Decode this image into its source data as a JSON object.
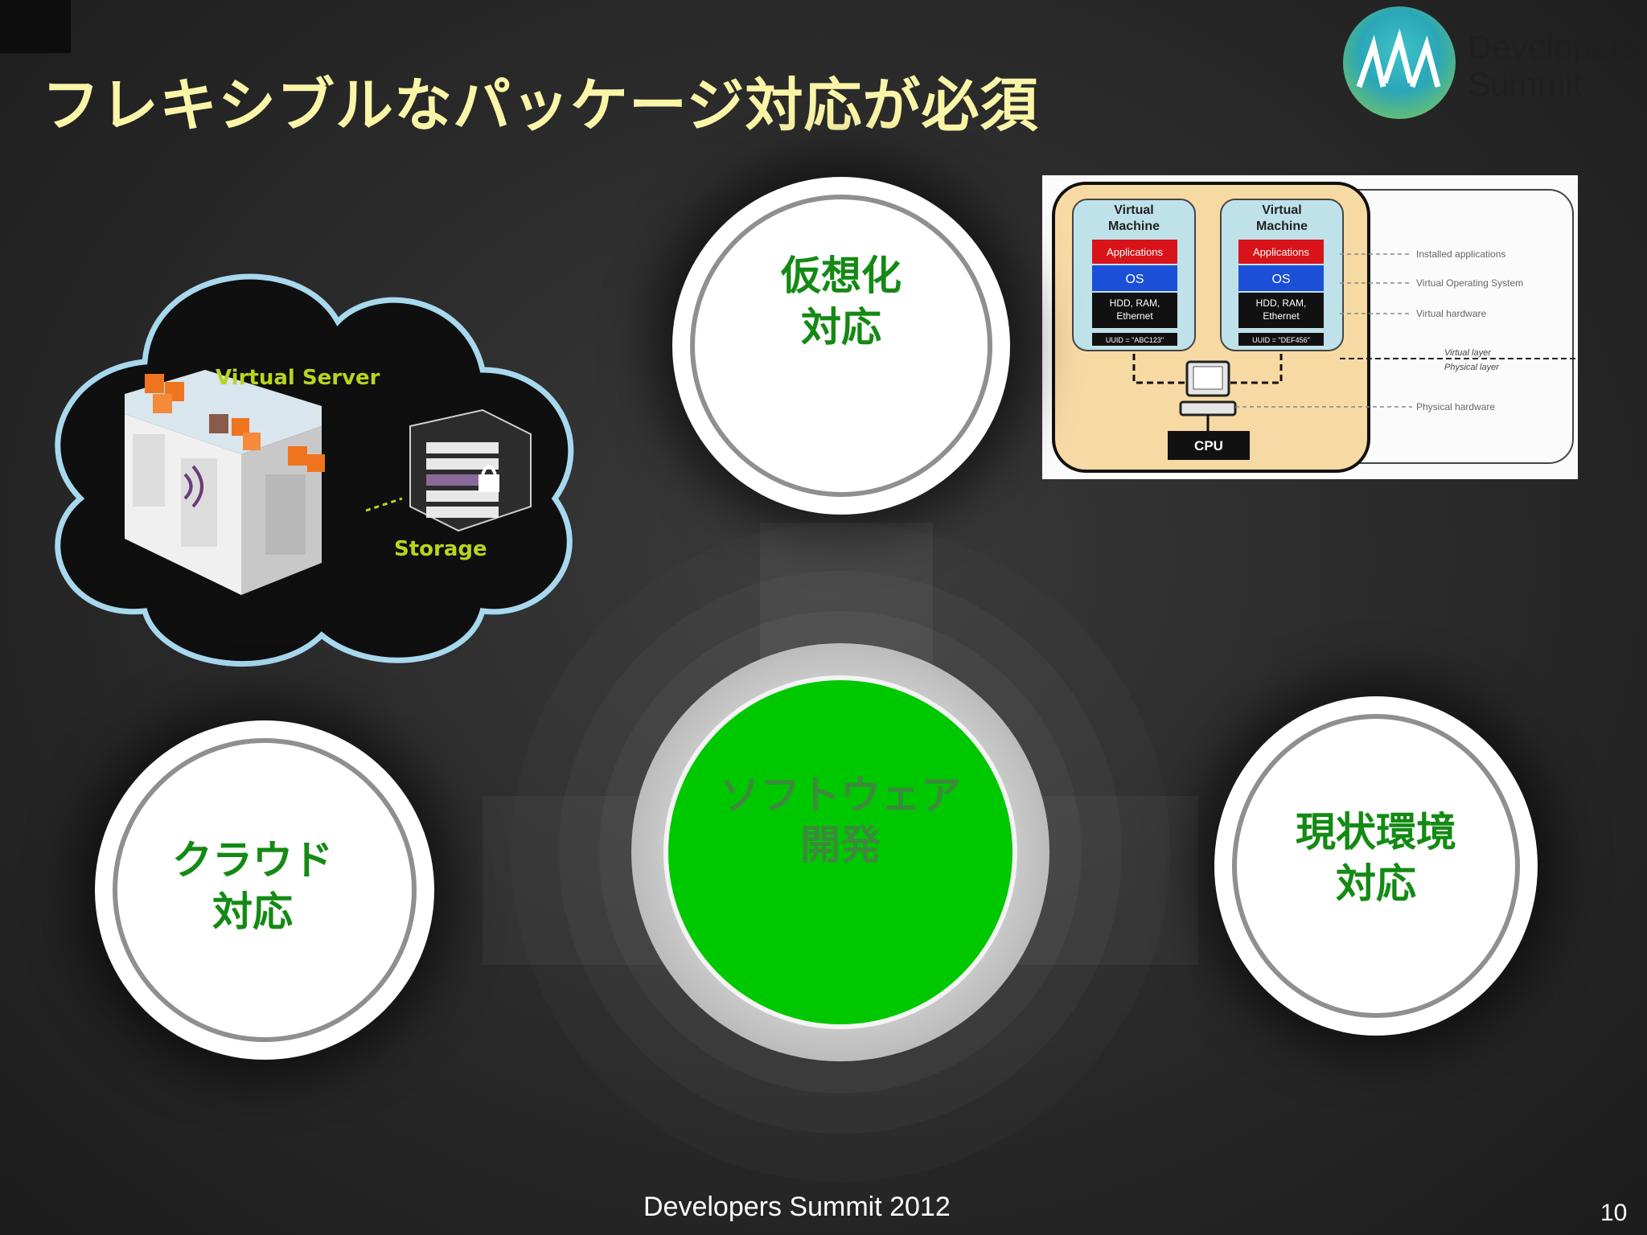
{
  "slide": {
    "title": "フレキシブルなパッケージ対応が必須",
    "footer": "Developers Summit 2012",
    "page_number": "10"
  },
  "logo": {
    "line1": "Developers",
    "line2": "Summit"
  },
  "circles": {
    "center": {
      "line1": "ソフトウェア",
      "line2": "開発",
      "color": "#00c800"
    },
    "top": {
      "line1": "仮想化",
      "line2": "対応"
    },
    "left": {
      "line1": "クラウド",
      "line2": "対応"
    },
    "right": {
      "line1": "現状環境",
      "line2": "対応"
    }
  },
  "cloud_illustration": {
    "server_label": "Virtual Server",
    "storage_label": "Storage"
  },
  "vm_diagram": {
    "vm1": {
      "title1": "Virtual",
      "title2": "Machine",
      "apps": "Applications",
      "os": "OS",
      "hw1": "HDD, RAM,",
      "hw2": "Ethernet",
      "uuid": "UUID = \"ABC123\""
    },
    "vm2": {
      "title1": "Virtual",
      "title2": "Machine",
      "apps": "Applications",
      "os": "OS",
      "hw1": "HDD, RAM,",
      "hw2": "Ethernet",
      "uuid": "UUID = \"DEF456\""
    },
    "cpu": "CPU",
    "annotations": {
      "installed": "Installed applications",
      "vos": "Virtual Operating System",
      "vhw": "Virtual hardware",
      "vlayer": "Virtual layer",
      "player": "Physical layer",
      "phw": "Physical hardware"
    }
  }
}
